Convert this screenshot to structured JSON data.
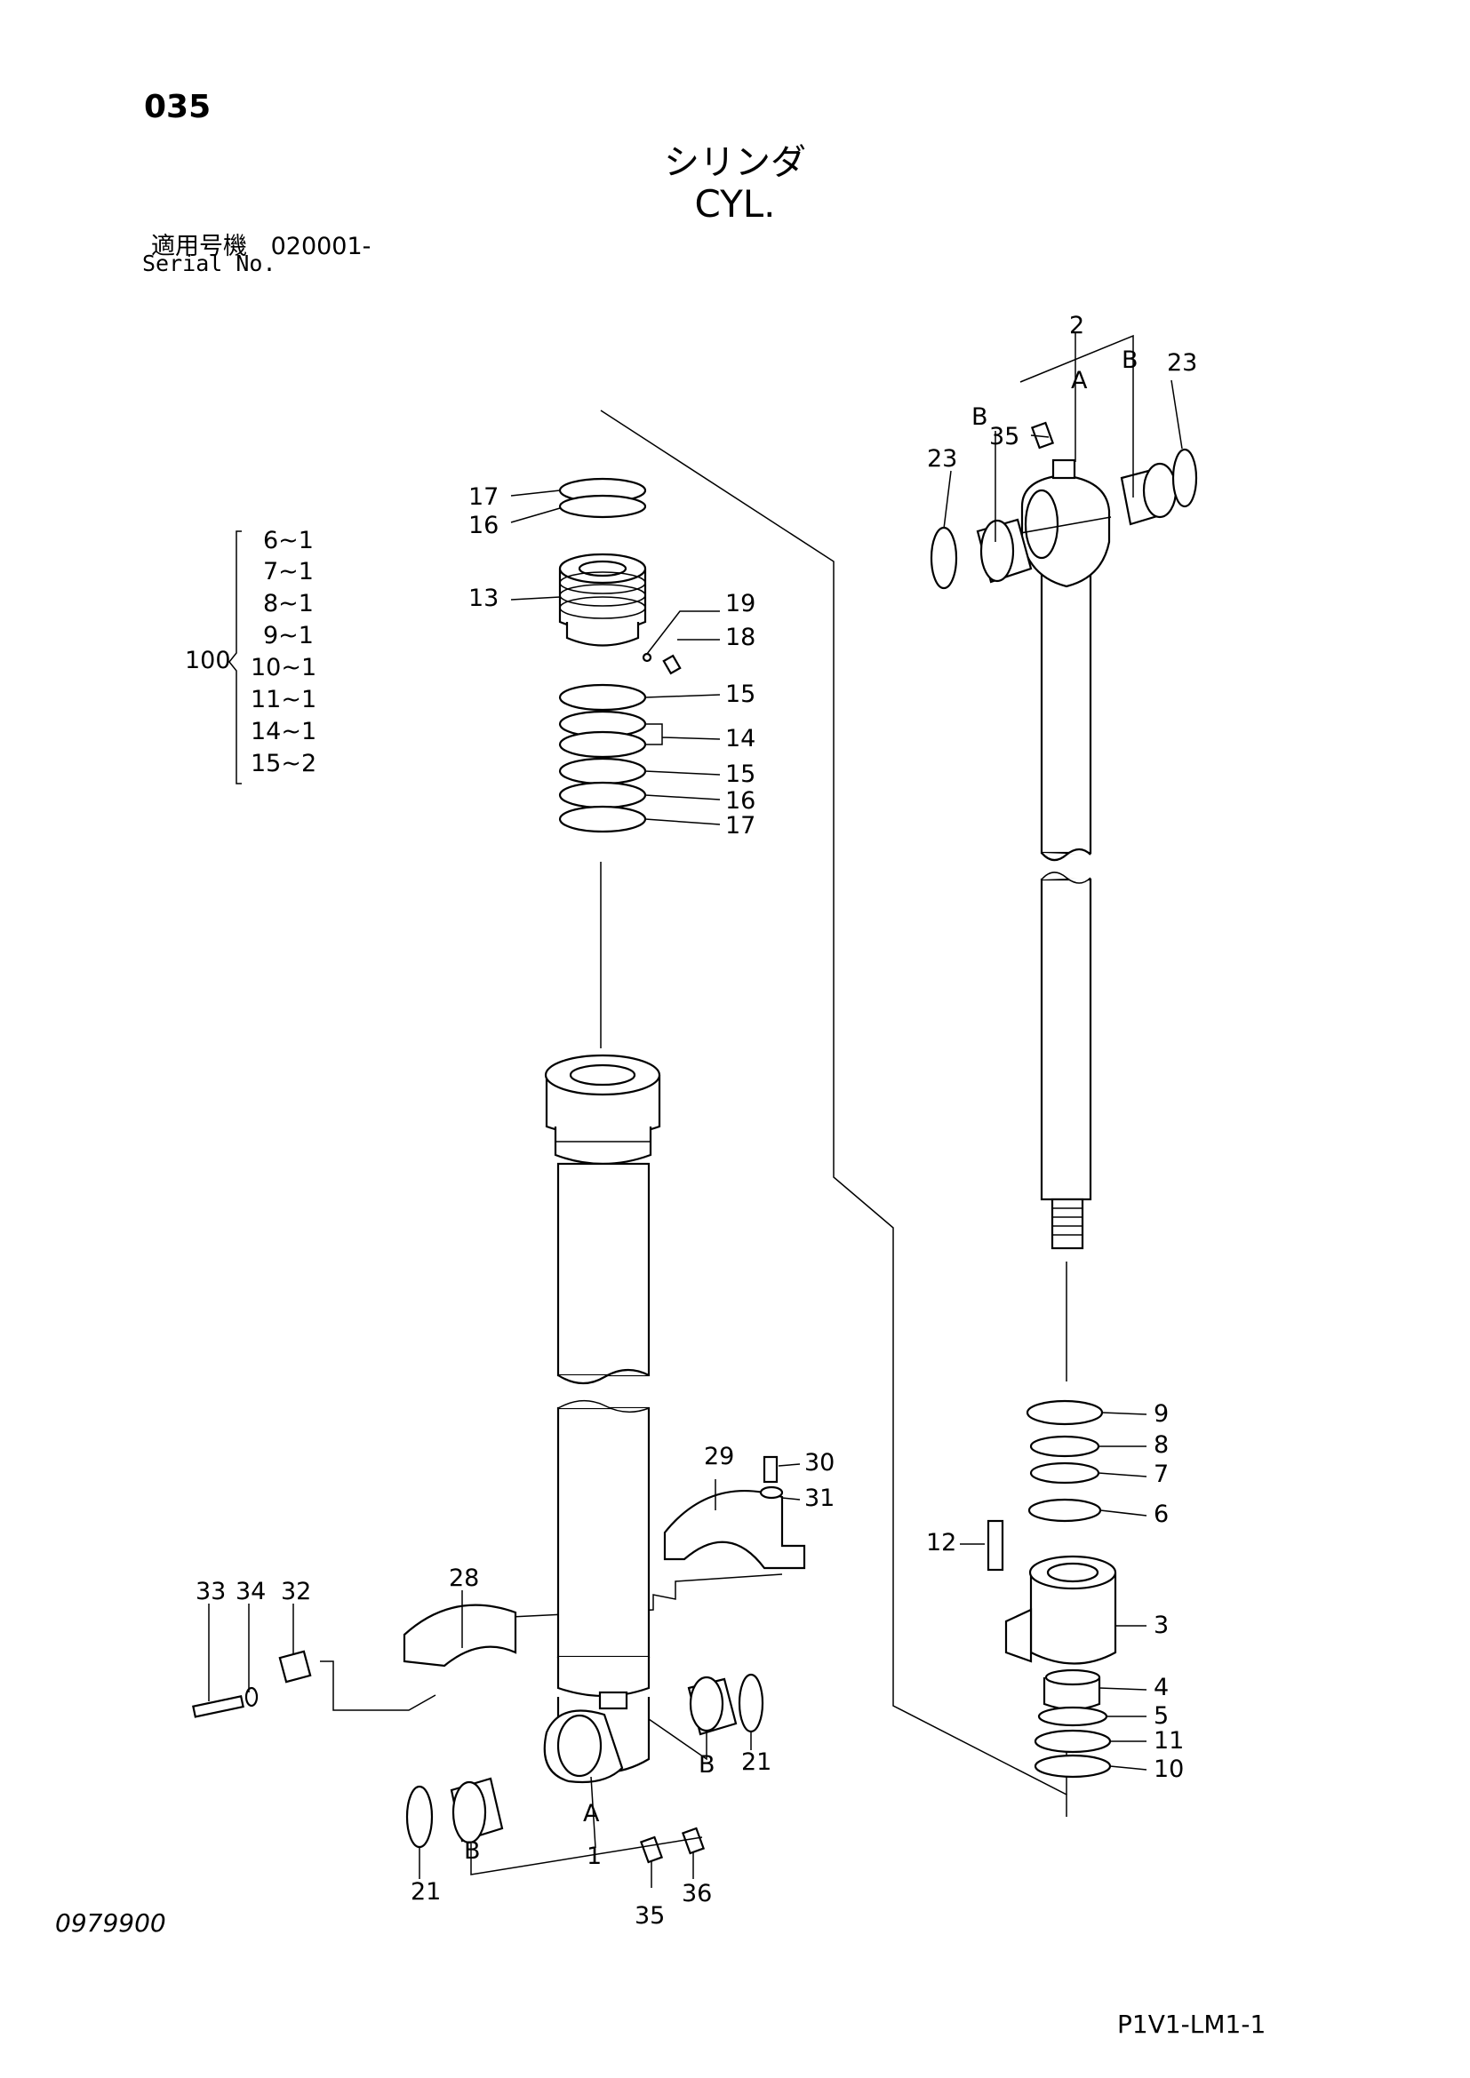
{
  "header": {
    "page_number": "035",
    "title_jp": "シリンダ",
    "title_en": "CYL.",
    "serial_label_jp": "適用号機",
    "serial_value": "020001-",
    "serial_label_en": "Serial No."
  },
  "footer": {
    "doc_number": "0979900",
    "page_code": "P1V1-LM1-1"
  },
  "kit": {
    "number": "100",
    "items": [
      "6~1",
      "7~1",
      "8~1",
      "9~1",
      "10~1",
      "11~1",
      "14~1",
      "15~2"
    ]
  },
  "callouts": {
    "c2": "2",
    "rodA": "A",
    "rodB_left": "B",
    "rodB_right": "B",
    "c23_right": "23",
    "c35_top": "35",
    "c23_left": "23",
    "c17_top": "17",
    "c16_top": "16",
    "c13": "13",
    "c19": "19",
    "c18": "18",
    "c15_a": "15",
    "c14": "14",
    "c15_b": "15",
    "c16_b": "16",
    "c17_b": "17",
    "c9": "9",
    "c8": "8",
    "c7": "7",
    "c6": "6",
    "c12": "12",
    "c3": "3",
    "c4": "4",
    "c5": "5",
    "c11": "11",
    "c10": "10",
    "c29": "29",
    "c30": "30",
    "c31": "31",
    "c28": "28",
    "c33": "33",
    "c34": "34",
    "c32": "32",
    "c21_right": "21",
    "tubeB_right": "B",
    "tubeA": "A",
    "c1": "1",
    "tubeB_left": "B",
    "c21_left": "21",
    "c35_bottom": "35",
    "c36": "36"
  }
}
